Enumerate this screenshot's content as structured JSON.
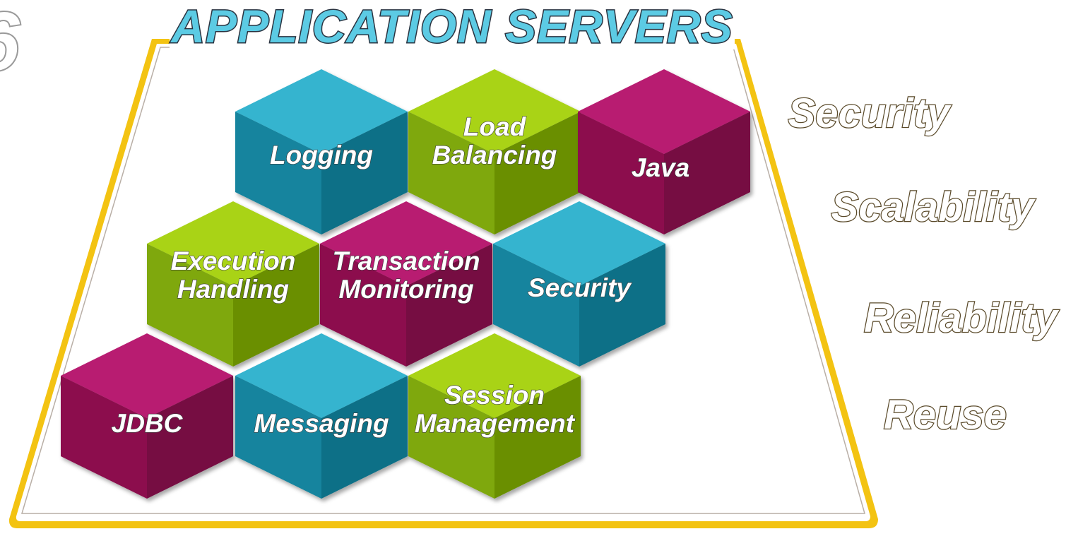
{
  "title": "APPLICATION SERVERS",
  "corner_glyph": "6",
  "colors": {
    "frame": "#f3c312",
    "frame_edge": "#8a7a6a",
    "teal": "#16a3c2",
    "green": "#93c40a",
    "magenta": "#a8105f"
  },
  "cubes": [
    {
      "id": "logging",
      "lines": [
        "Logging"
      ],
      "color": "teal"
    },
    {
      "id": "load-balancing",
      "lines": [
        "Load",
        "Balancing"
      ],
      "color": "green"
    },
    {
      "id": "java",
      "lines": [
        "Java"
      ],
      "color": "magenta"
    },
    {
      "id": "execution-handling",
      "lines": [
        "Execution",
        "Handling"
      ],
      "color": "green"
    },
    {
      "id": "transaction-monitoring",
      "lines": [
        "Transaction",
        "Monitoring"
      ],
      "color": "magenta"
    },
    {
      "id": "security",
      "lines": [
        "Security"
      ],
      "color": "teal"
    },
    {
      "id": "jdbc",
      "lines": [
        "JDBC"
      ],
      "color": "magenta"
    },
    {
      "id": "messaging",
      "lines": [
        "Messaging"
      ],
      "color": "teal"
    },
    {
      "id": "session-management",
      "lines": [
        "Session",
        "Management"
      ],
      "color": "green"
    }
  ],
  "benefits": [
    "Security",
    "Scalability",
    "Reliability",
    "Reuse"
  ]
}
